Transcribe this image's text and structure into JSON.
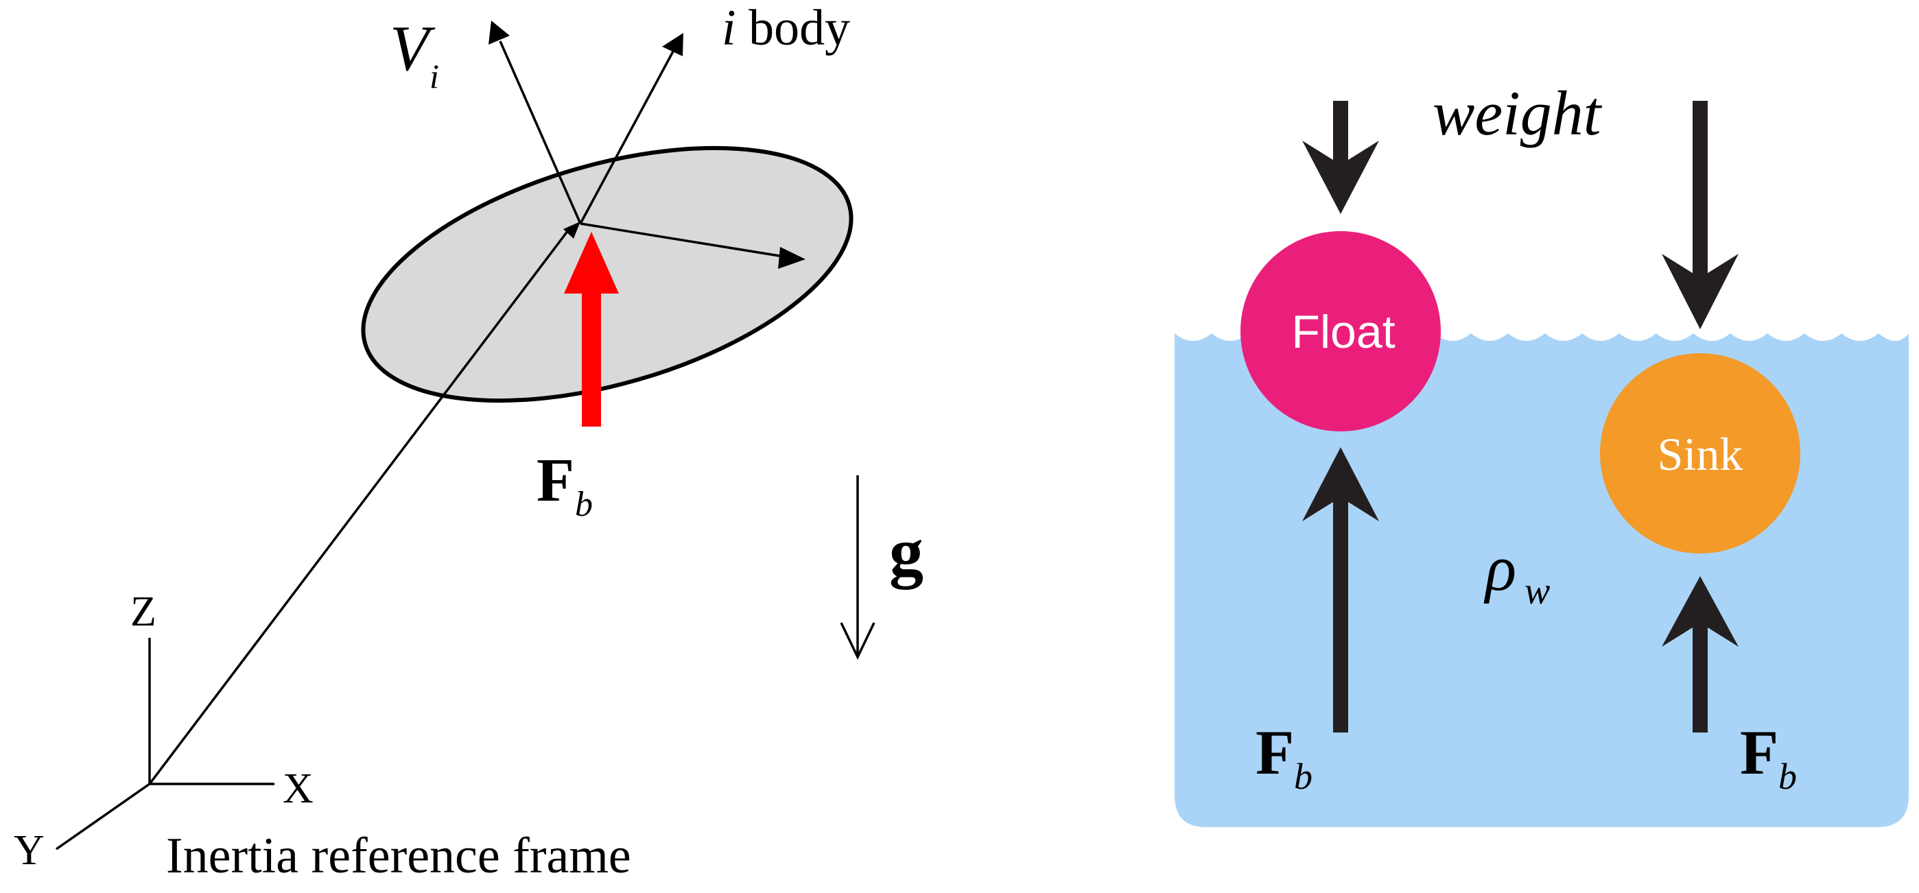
{
  "left_diagram": {
    "velocity_symbol": "V",
    "velocity_subscript": "i",
    "body_label_italic": "i",
    "body_label": " body",
    "buoyancy_symbol": "F",
    "buoyancy_subscript": "b",
    "gravity_symbol": "g",
    "axis_z": "Z",
    "axis_x": "X",
    "axis_y": "Y",
    "frame_caption": "Inertia reference frame"
  },
  "right_diagram": {
    "weight_label": "weight",
    "float_label": "Float",
    "sink_label": "Sink",
    "density_symbol": "ρ",
    "density_subscript": "w",
    "buoyancy_left_symbol": "F",
    "buoyancy_left_subscript": "b",
    "buoyancy_right_symbol": "F",
    "buoyancy_right_subscript": "b"
  },
  "colors": {
    "body_fill": "#d9d9d9",
    "buoyancy_arrow": "#ff0000",
    "water": "#a9d4f7",
    "float_ball": "#ea1f7c",
    "sink_ball": "#f39a29",
    "dark_arrow": "#231f20"
  }
}
